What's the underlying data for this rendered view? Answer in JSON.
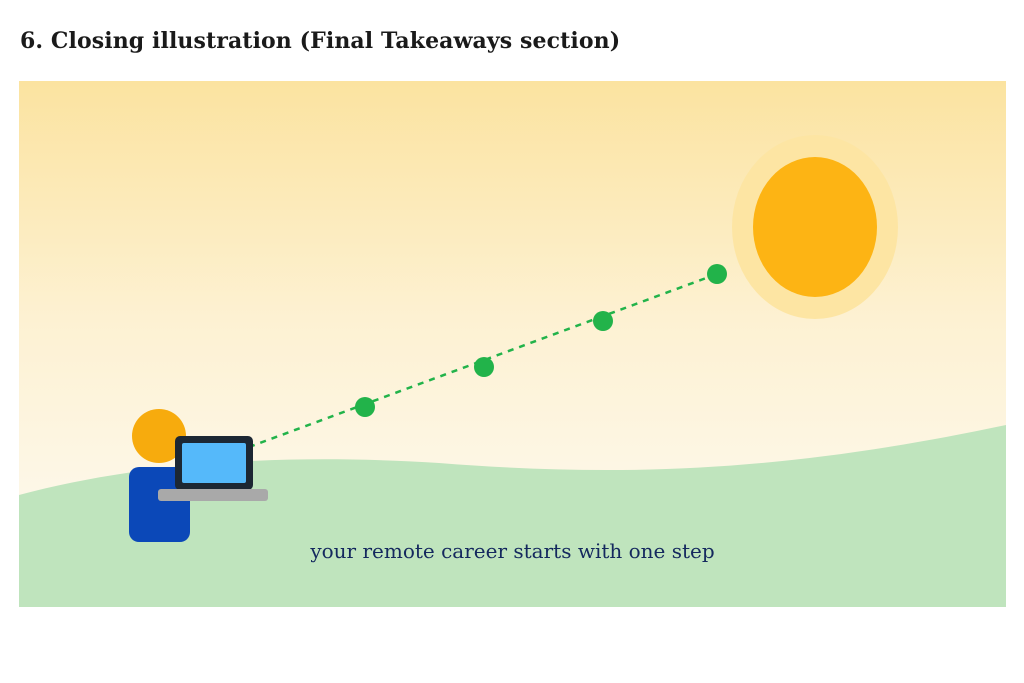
{
  "heading": "6. Closing illustration (Final Takeaways section)",
  "caption": "your remote career starts with one step",
  "colors": {
    "sky_top": "#fbe3a0",
    "sky_bottom": "#fdfbf5",
    "hill": "#bfe4bd",
    "sun": "#fdb414",
    "sun_glow": "#fde5a3",
    "path": "#22b34a",
    "person_head": "#f7ab0d",
    "person_body": "#0b48b8",
    "laptop_frame": "#1c2733",
    "laptop_screen": "#55b9fa",
    "laptop_base": "#a9a9a9",
    "caption_text": "#14285e"
  },
  "icons": [
    "person-icon",
    "laptop-icon",
    "sun-icon"
  ],
  "path_steps": 4
}
